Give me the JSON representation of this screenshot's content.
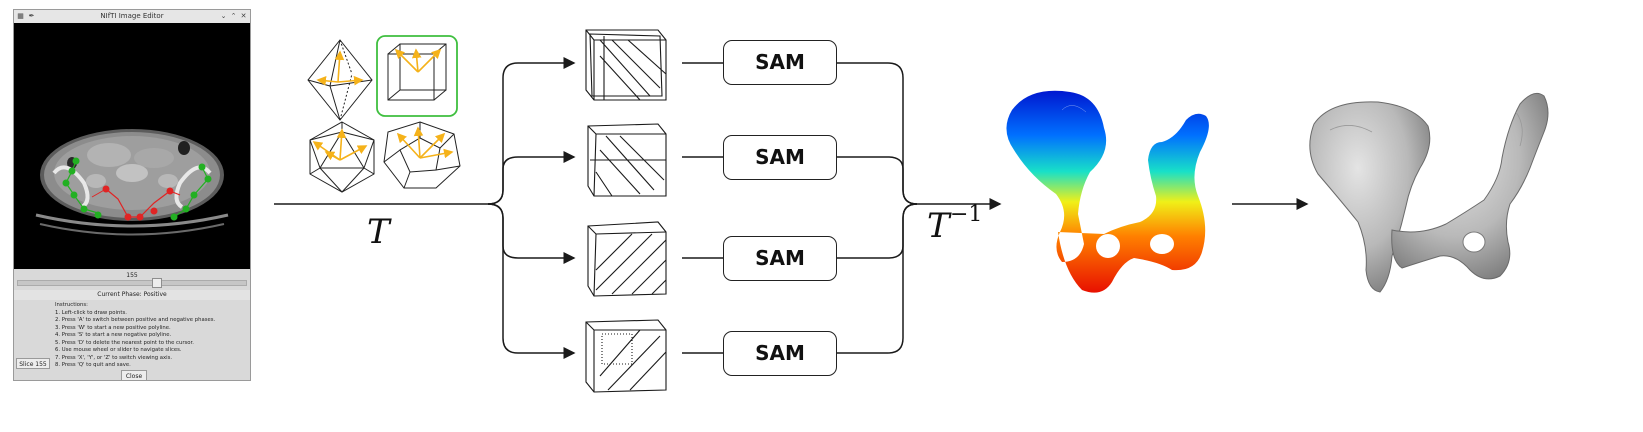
{
  "window": {
    "title": "NIfTI Image Editor",
    "controls": [
      "minimize-icon",
      "maximize-icon",
      "close-icon"
    ],
    "slider_value": "155",
    "slider_fraction": 0.6,
    "phase": "Current Phase: Positive",
    "instructions": [
      "Instructions:",
      "1. Left-click to draw points.",
      "2. Press 'A' to switch between positive and negative phases.",
      "3. Press 'W' to start a new positive polyline.",
      "4. Press 'S' to start a new negative polyline.",
      "5. Press 'D' to delete the nearest point to the cursor.",
      "6. Use mouse wheel or slider to navigate slices.",
      "7. Press 'X', 'Y', or 'Z' to switch viewing axis.",
      "8. Press 'Q' to quit and save."
    ],
    "slice_button": "Slice 155",
    "close_button": "Close"
  },
  "pipeline": {
    "sam_labels": [
      "SAM",
      "SAM",
      "SAM",
      "SAM"
    ],
    "transform_label": "T",
    "inverse_label": "T",
    "inverse_exponent": "−1",
    "colors": {
      "line": "#1a1a1a",
      "arrow_accent": "#f5b21a",
      "highlight": "#3fbf3f"
    }
  }
}
